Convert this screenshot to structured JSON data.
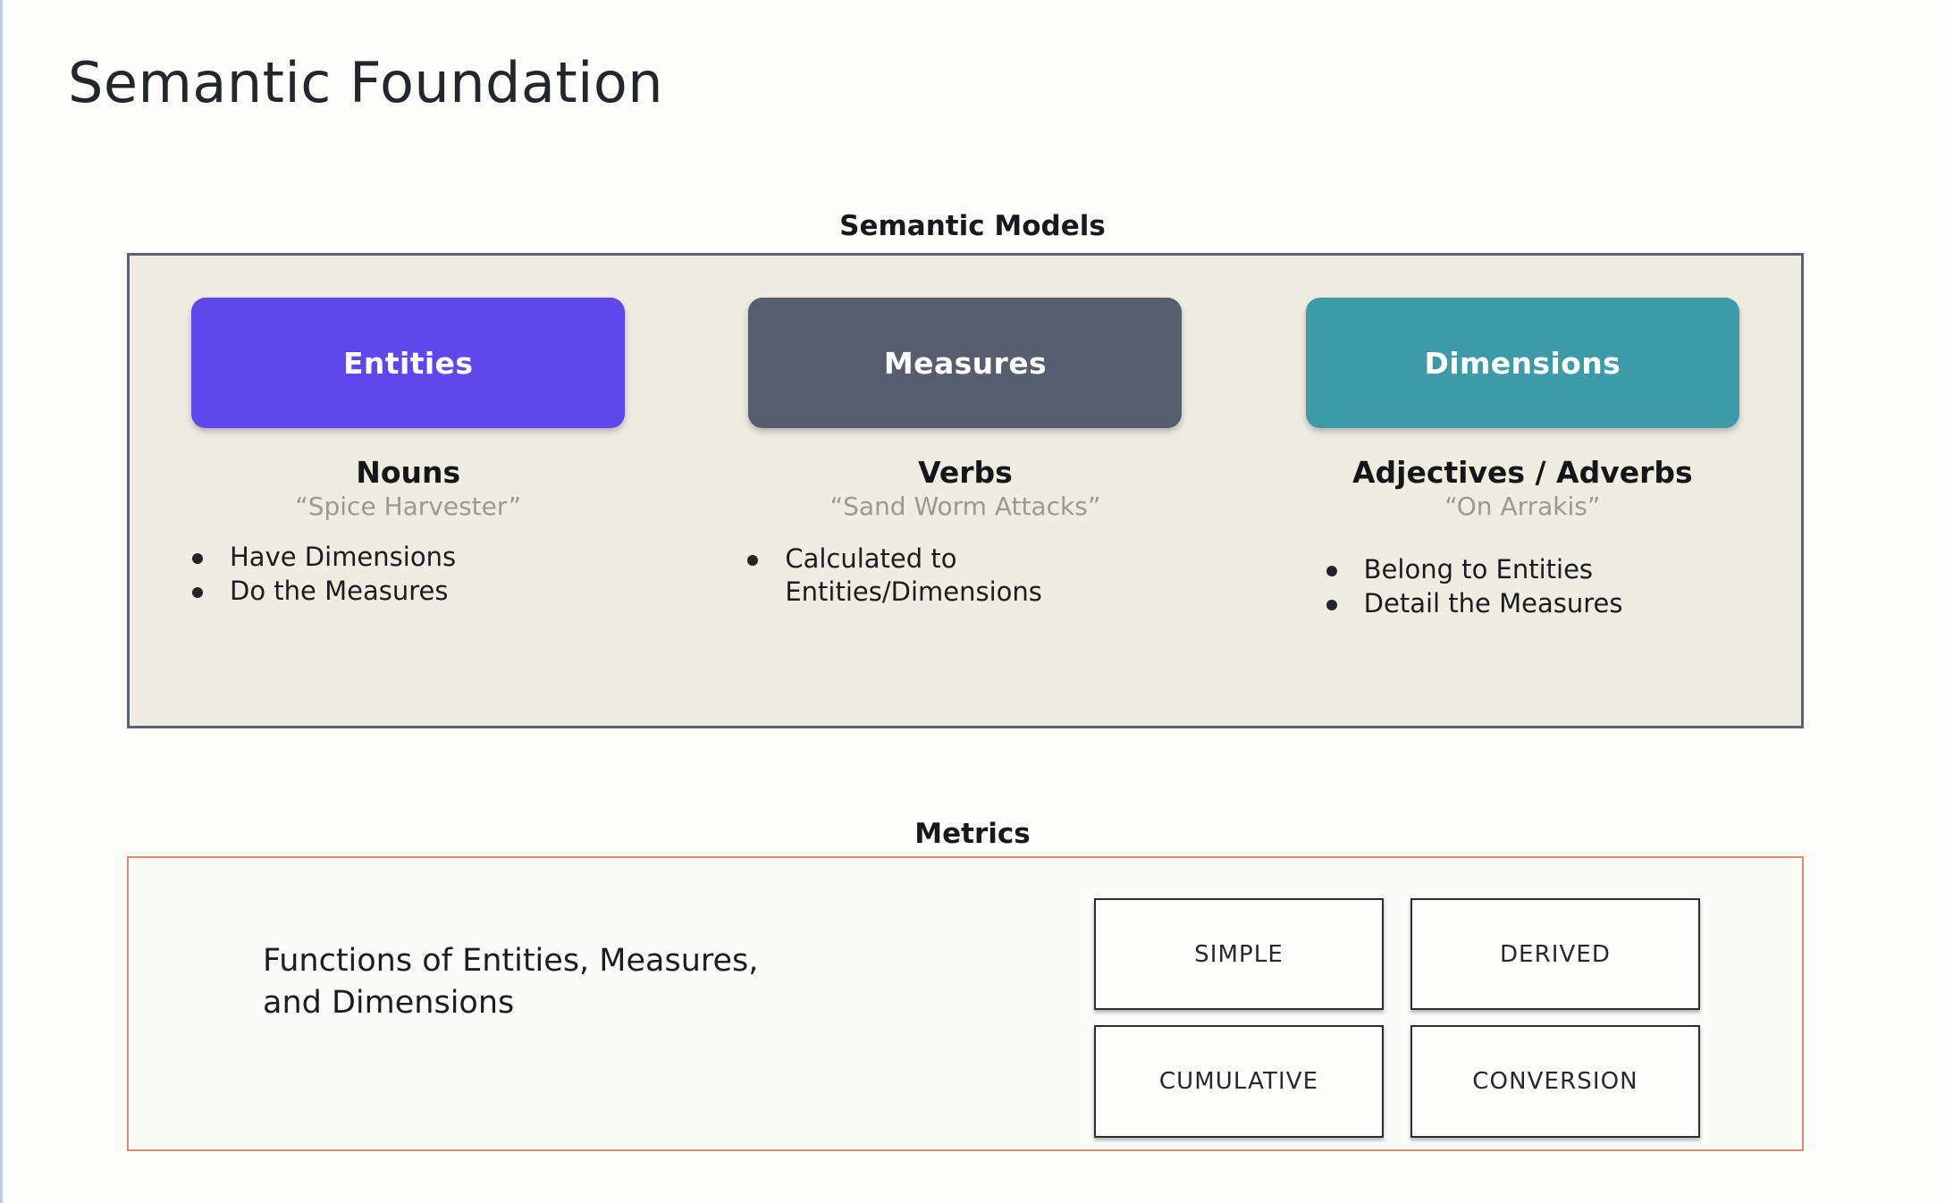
{
  "page_title": "Semantic Foundation",
  "colors": {
    "background": "#fcfcfa",
    "panel_background": "#efece1",
    "panel_border": "#5c6370",
    "entities": "#5f46ed",
    "measures": "#565d6e",
    "dimensions": "#3c9ba6",
    "metrics_border": "#e08a6b",
    "example_text": "#9a9a93"
  },
  "semantic_models": {
    "caption": "Semantic Models",
    "columns": [
      {
        "chip_label": "Entities",
        "part_of_speech": "Nouns",
        "example": "“Spice Harvester”",
        "bullets": [
          "Have Dimensions",
          "Do the Measures"
        ]
      },
      {
        "chip_label": "Measures",
        "part_of_speech": "Verbs",
        "example": "“Sand Worm Attacks”",
        "bullets": [
          "Calculated to\nEntities/Dimensions"
        ]
      },
      {
        "chip_label": "Dimensions",
        "part_of_speech": "Adjectives / Adverbs",
        "example": "“On Arrakis”",
        "bullets": [
          "Belong to Entities",
          "Detail the Measures"
        ]
      }
    ]
  },
  "metrics": {
    "caption": "Metrics",
    "description": "Functions of Entities, Measures,\nand Dimensions",
    "types": [
      "SIMPLE",
      "DERIVED",
      "CUMULATIVE",
      "CONVERSION"
    ]
  }
}
